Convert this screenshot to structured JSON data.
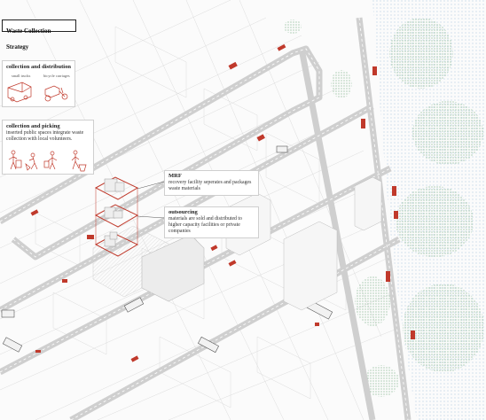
{
  "title": "Waste Collection Strategy",
  "collection_distribution": {
    "heading": "collection and distribution",
    "caption_left": "small trucks",
    "caption_right": "bicycle carriages"
  },
  "collection_picking": {
    "heading": "collection and picking",
    "text_line1": "inserted public spaces integrate waste",
    "text_line2": "collection with local volunteers."
  },
  "mrf": {
    "heading": "MRF",
    "text_line1": "recovery facility seperates and packages",
    "text_line2": "waste materials"
  },
  "outsourcing": {
    "heading": "outsourcing",
    "text_line1": "materials are sold and distributed to",
    "text_line2": "higher capacity facilities or private",
    "text_line3": "companies"
  },
  "colors": {
    "accent_red": "#c0392b",
    "road_grey": "#d8d8d8",
    "building_line": "#bdbdbd",
    "vegetation_green": "#7fb38a",
    "water_blue": "#8fb4d6"
  },
  "icons": [
    "truck-icon",
    "bicycle-carriage-icon",
    "volunteer-figure-icon"
  ]
}
